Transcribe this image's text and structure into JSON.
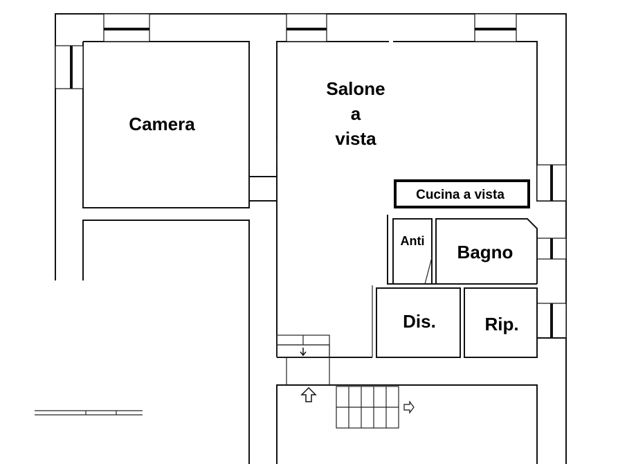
{
  "rooms": {
    "camera": "Camera",
    "salone": [
      "Salone",
      "a",
      "vista"
    ],
    "cucina": "Cucina a vista",
    "anti": "Anti",
    "bagno": "Bagno",
    "dis": "Dis.",
    "rip": "Rip."
  },
  "colors": {
    "walls": "#111111",
    "background": "#ffffff"
  },
  "icons": {
    "stair_up": "arrow-up-icon",
    "stair_right": "arrow-right-icon",
    "stair_down": "arrow-down-icon"
  }
}
